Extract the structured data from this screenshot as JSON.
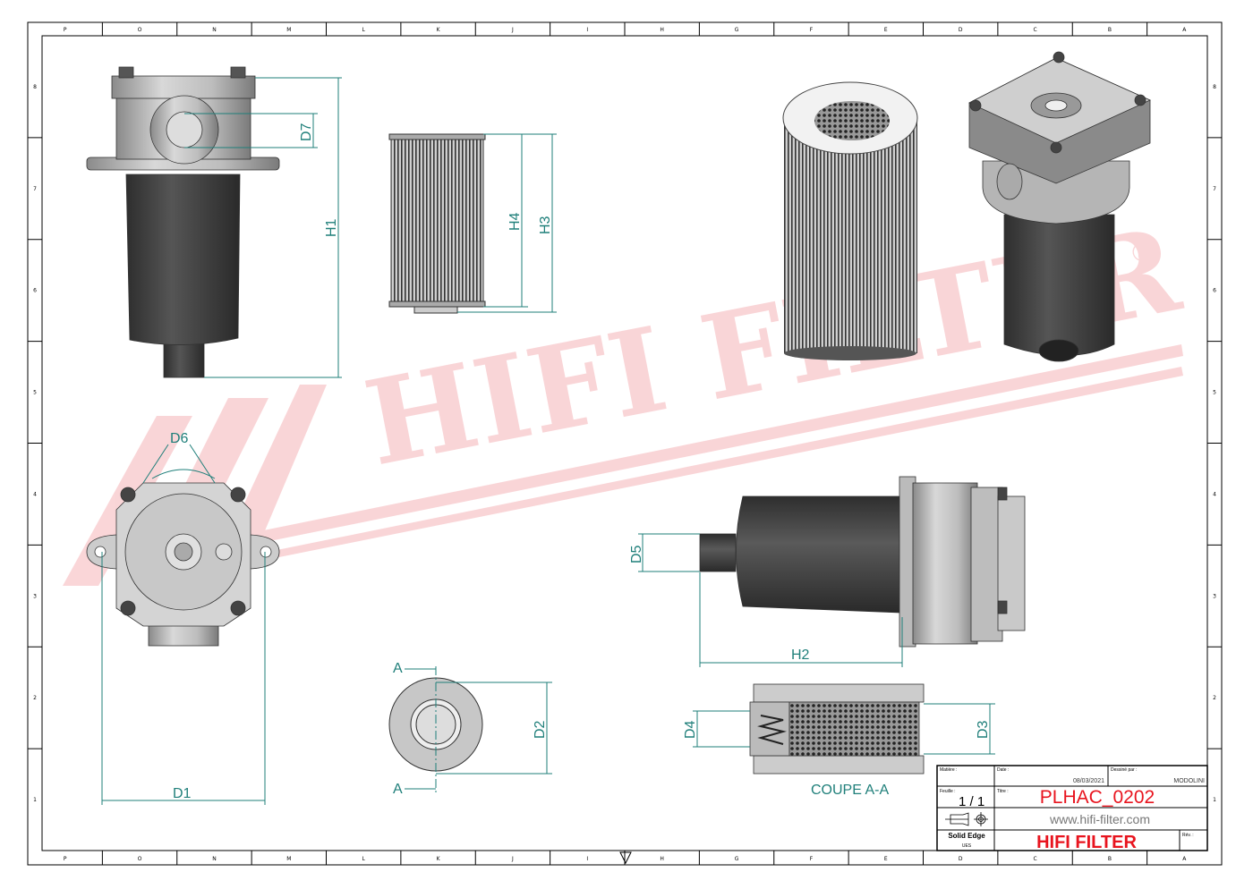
{
  "border": {
    "columns": [
      "P",
      "O",
      "N",
      "M",
      "L",
      "K",
      "J",
      "I",
      "H",
      "G",
      "F",
      "E",
      "D",
      "C",
      "B",
      "A"
    ],
    "rows": [
      "8",
      "7",
      "6",
      "5",
      "4",
      "3",
      "2",
      "1"
    ]
  },
  "watermark": {
    "text": "HIFI FILTER",
    "mark": "®",
    "color": "#e8454f"
  },
  "dimensions": {
    "h1": "H1",
    "h2": "H2",
    "h3": "H3",
    "h4": "H4",
    "d1": "D1",
    "d2": "D2",
    "d3": "D3",
    "d4": "D4",
    "d5": "D5",
    "d6": "D6",
    "d7": "D7"
  },
  "section": {
    "cut_label_top": "A",
    "cut_label_bottom": "A",
    "title": "COUPE A-A"
  },
  "title_block": {
    "material_label": "Matière :",
    "date_label": "Date :",
    "date": "08/03/2021",
    "drawn_by_label": "Dessiné par :",
    "drawn_by": "MODOLINI",
    "sheet_label": "Feuille :",
    "sheet": "1 / 1",
    "title_label": "Titre :",
    "title": "PLHAC_0202",
    "website": "www.hifi-filter.com",
    "software": "Solid Edge",
    "software_sub": "UES",
    "company": "HIFI FILTER",
    "rev_label": "Rév. :",
    "accent": "#e8141e"
  }
}
